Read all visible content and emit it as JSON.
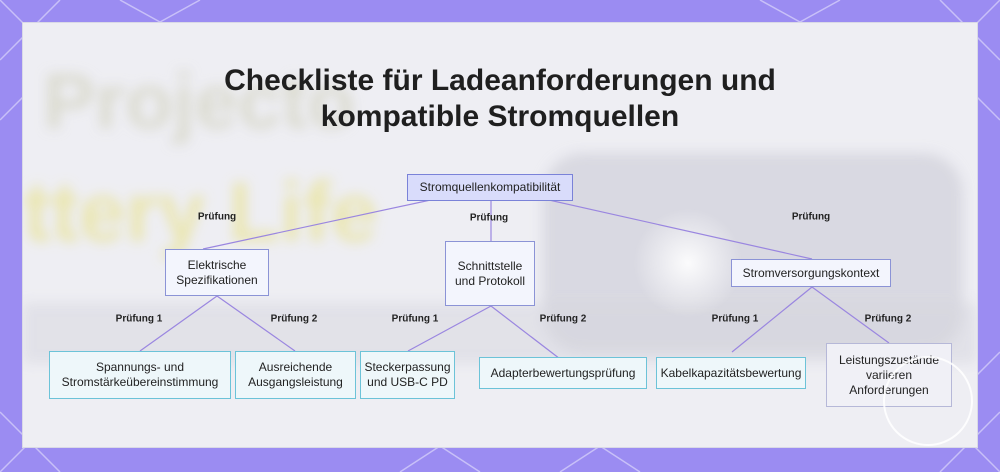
{
  "title": {
    "line1": "Checkliste für Ladeanforderungen und",
    "line2": "kompatible Stromquellen"
  },
  "background_text": {
    "line1": "Projecto",
    "line2": "ttery Life"
  },
  "colors": {
    "frame": "#9b8cf2",
    "root_fill": "#d9dcfb",
    "mid_fill": "#f3f5fd",
    "leaf_border": "#6cc3d8",
    "edge": "#9a86e0"
  },
  "nodes": {
    "root": "Stromquellenkompatibilität",
    "elec": "Elektrische Spezifikationen",
    "iface": "Schnittstelle und Protokoll",
    "ctx": "Stromversorgungskontext",
    "leaf1": "Spannungs- und Stromstärkeübereinstimmung",
    "leaf2": "Ausreichende Ausgangsleistung",
    "leaf3": "Steckerpassung und USB-C PD",
    "leaf4": "Adapterbewertungsprüfung",
    "leaf5": "Kabelkapazitätsbewertung",
    "leaf6": "Leistungszustände variieren Anforderungen"
  },
  "edge_labels": {
    "root_elec": "Prüfung",
    "root_iface": "Prüfung",
    "root_ctx": "Prüfung",
    "elec_1": "Prüfung 1",
    "elec_2": "Prüfung 2",
    "iface_1": "Prüfung 1",
    "iface_2": "Prüfung 2",
    "ctx_1": "Prüfung 1",
    "ctx_2": "Prüfung 2"
  }
}
